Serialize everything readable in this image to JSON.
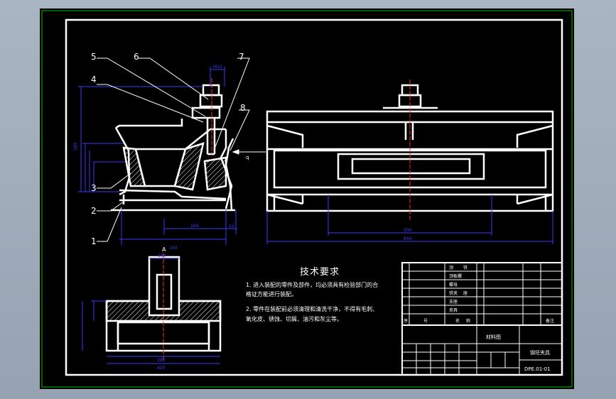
{
  "balloons": [
    "1",
    "2",
    "3",
    "4",
    "5",
    "6",
    "7",
    "8"
  ],
  "section_label": "A",
  "arrow_label": "q",
  "notes": {
    "title": "技术要求",
    "lines": [
      "1. 进入装配的零件及部件，均必须具有检验部门的合",
      "格证方能进行装配。",
      "2. 零件在装配前必须清理和清洗干净，不得有毛刺、",
      "氧化皮、锈蚀、切屑、油污和灰尘等。"
    ]
  },
  "title_block": {
    "material_label": "材料图",
    "drawing_name": "钢坯夹具",
    "drawing_number": "DPE.01-01",
    "header_cells": [
      "序",
      "号",
      "名",
      "称",
      "备注"
    ],
    "part_rows": [
      "顶",
      "铁",
      "顶板螺",
      "螺母",
      "铁夹",
      "座",
      "支座",
      "夹具"
    ]
  },
  "colors": {
    "background": "#000000",
    "outer_frame": "#00c000",
    "geometry": "#ffffff",
    "dimension": "#3a3aff",
    "centerline": "#ff2a2a",
    "hatch": "#ffffff"
  }
}
